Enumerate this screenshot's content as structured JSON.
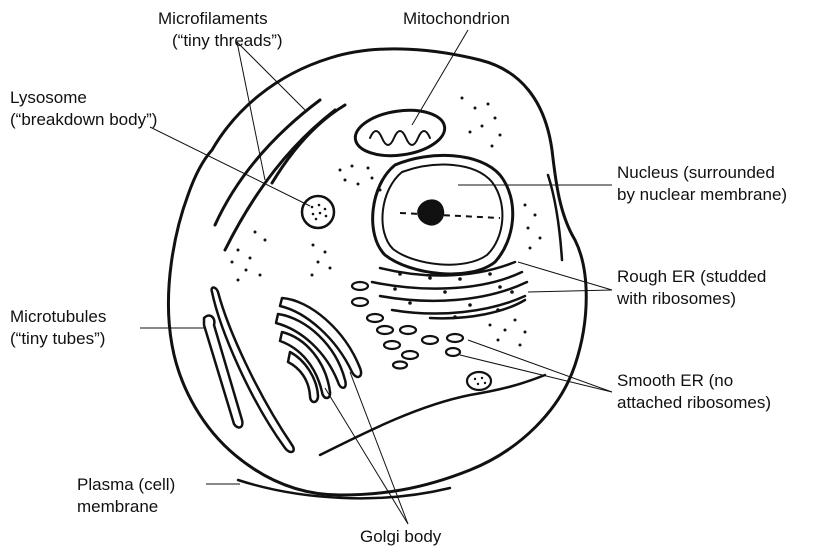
{
  "labels": {
    "microfilaments": {
      "line1": "Microfilaments",
      "line2": "(“tiny threads”)"
    },
    "mitochondrion": {
      "line1": "Mitochondrion"
    },
    "lysosome": {
      "line1": "Lysosome",
      "line2": "(“breakdown body”)"
    },
    "nucleus": {
      "line1": "Nucleus (surrounded",
      "line2": "by nuclear membrane)"
    },
    "rough_er": {
      "line1": "Rough ER (studded",
      "line2": "with ribosomes)"
    },
    "microtubules": {
      "line1": "Microtubules",
      "line2": "(“tiny tubes”)"
    },
    "smooth_er": {
      "line1": "Smooth ER (no",
      "line2": "attached ribosomes)"
    },
    "plasma_membrane": {
      "line1": "Plasma (cell)",
      "line2": "membrane"
    },
    "golgi": {
      "line1": "Golgi body"
    }
  },
  "colors": {
    "ink": "#111111",
    "background": "#ffffff"
  }
}
